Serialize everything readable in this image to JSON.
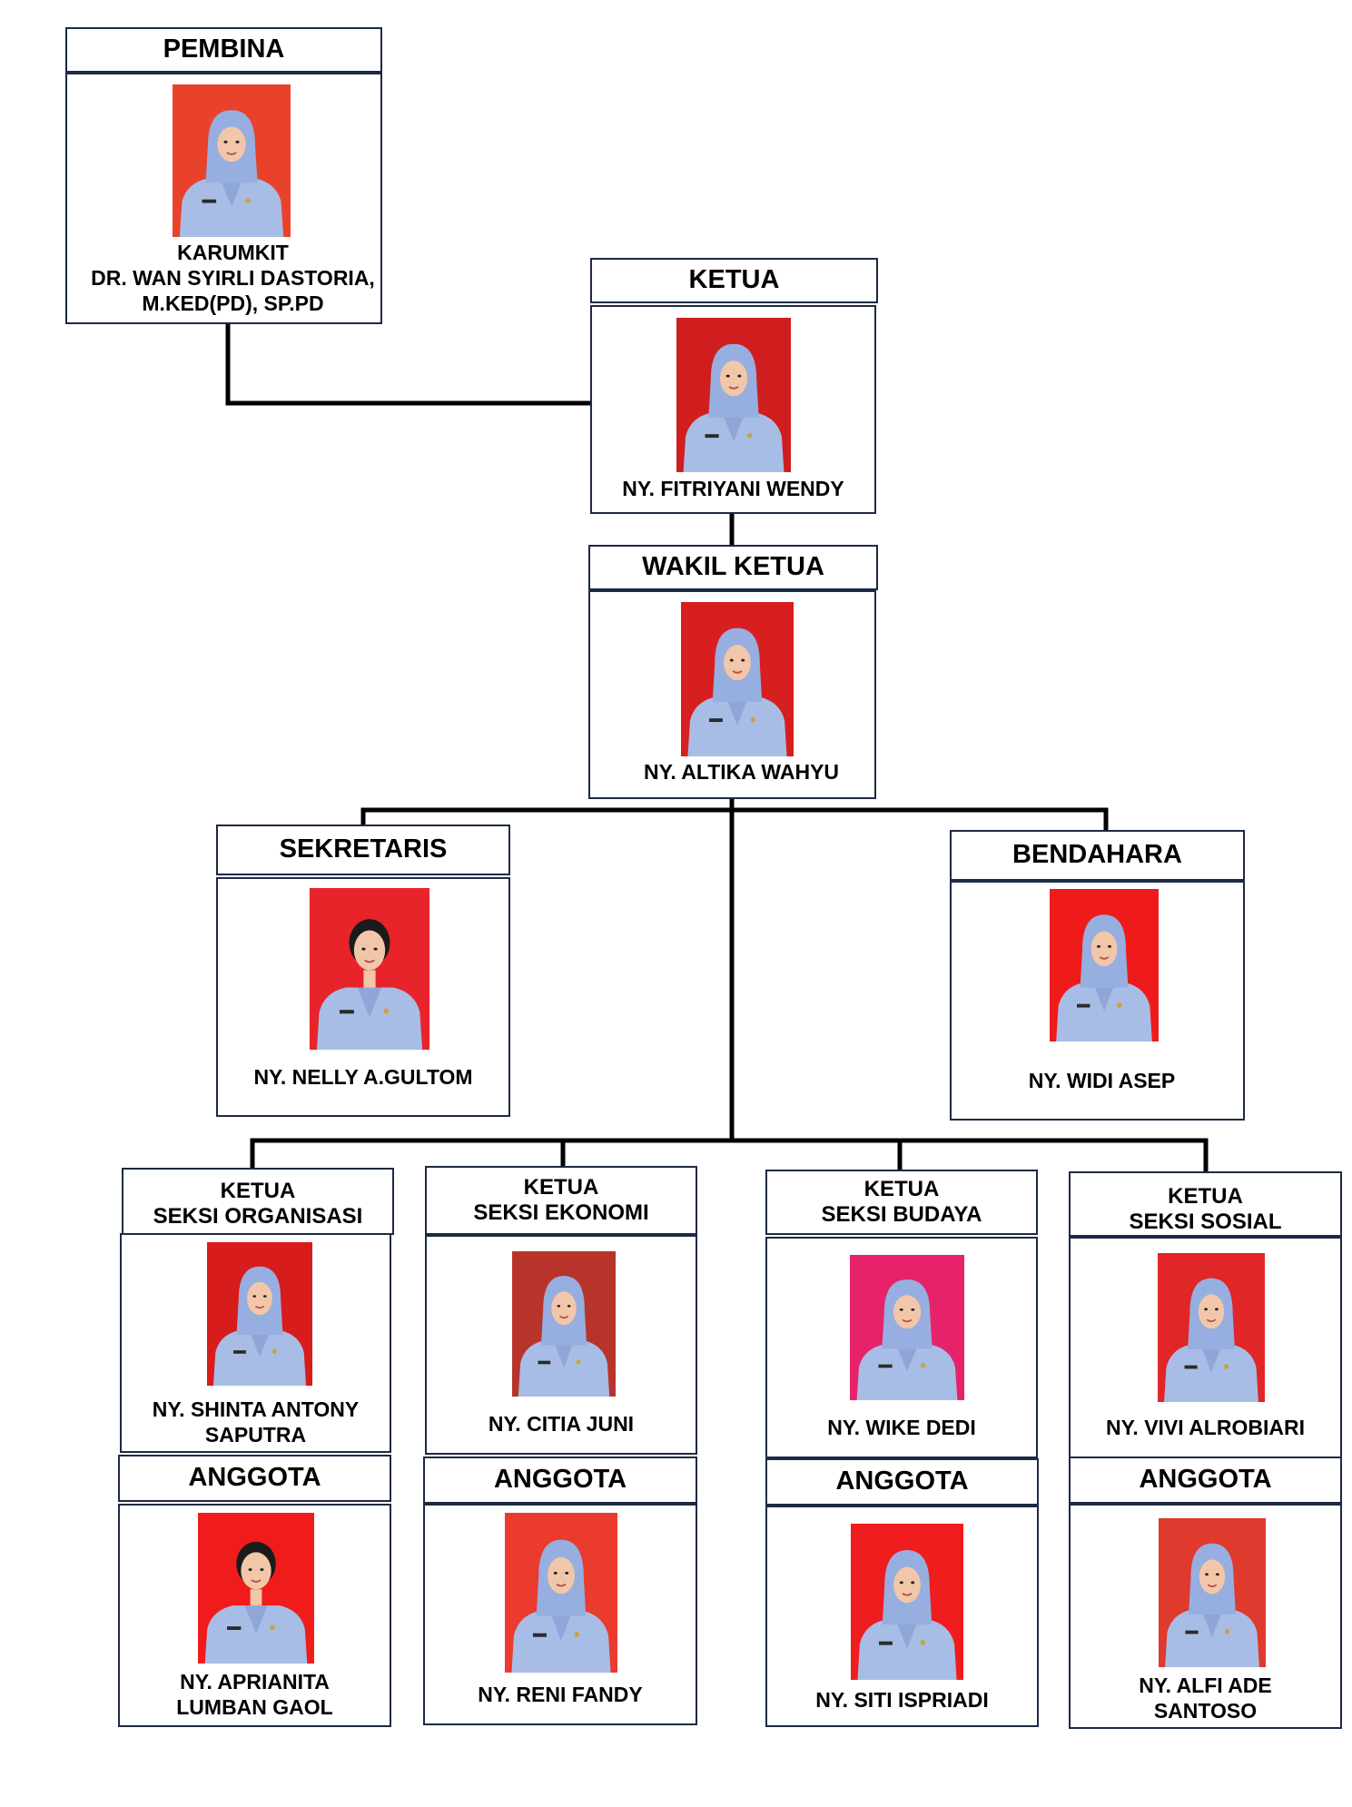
{
  "pembina": {
    "title": "PEMBINA",
    "name": "KARUMKIT\nDR. WAN SYIRLI DASTORIA,\nM.KED(PD), SP.PD",
    "photo_bg": "#e8432a"
  },
  "ketua": {
    "title": "KETUA",
    "name": "NY. FITRIYANI WENDY",
    "photo_bg": "#d01e1e"
  },
  "wakil_ketua": {
    "title": "WAKIL KETUA",
    "name": "NY. ALTIKA WAHYU",
    "photo_bg": "#d81f1f"
  },
  "sekretaris": {
    "title": "SEKRETARIS",
    "name": "NY. NELLY A.GULTOM",
    "photo_bg": "#e8232a"
  },
  "bendahara": {
    "title": "BENDAHARA",
    "name": "NY. WIDI ASEP",
    "photo_bg": "#ef1b1b"
  },
  "seksi": [
    {
      "title": "KETUA\nSEKSI ORGANISASI",
      "name": "NY. SHINTA ANTONY\nSAPUTRA",
      "photo_bg": "#d81c1c",
      "anggota_title": "ANGGOTA",
      "anggota_name": "NY. APRIANITA\nLUMBAN GAOL",
      "anggota_photo_bg": "#f01c1c"
    },
    {
      "title": "KETUA\nSEKSI EKONOMI",
      "name": "NY. CITIA JUNI",
      "photo_bg": "#b8342a",
      "anggota_title": "ANGGOTA",
      "anggota_name": "NY. RENI FANDY",
      "anggota_photo_bg": "#ea3b2e"
    },
    {
      "title": "KETUA\nSEKSI BUDAYA",
      "name": "NY. WIKE DEDI",
      "photo_bg": "#e6236a",
      "anggota_title": "ANGGOTA",
      "anggota_name": "NY. SITI ISPRIADI",
      "anggota_photo_bg": "#ef1d1d"
    },
    {
      "title": "KETUA\nSEKSI SOSIAL",
      "name": "NY. VIVI ALROBIARI",
      "photo_bg": "#e02626",
      "anggota_title": "ANGGOTA",
      "anggota_name": "NY. ALFI ADE\nSANTOSO",
      "anggota_photo_bg": "#e0392d"
    }
  ],
  "colors": {
    "border": "#1c2a44",
    "connector": "#000000",
    "uniform": "#a8bde6",
    "hijab": "#97aee0",
    "skin": "#f2c7a9",
    "hair": "#1b1b1b"
  }
}
